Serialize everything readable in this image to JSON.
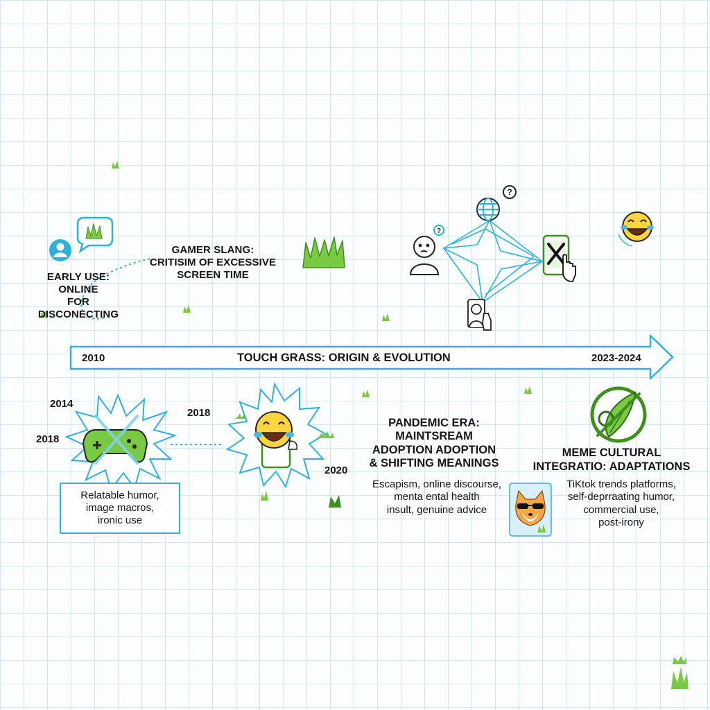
{
  "timeline": {
    "title": "TOUCH GRASS: ORIGIN & EVOLUTION",
    "start_year": "2010",
    "end_year": "2023-2024",
    "accent": "#2bb1dc",
    "grass_color": "#7ac943"
  },
  "early": {
    "label_line1": "EARLY USE: ONLINE",
    "label_line2": "FOR DISCONECTING"
  },
  "gamer": {
    "label_line1": "GAMER SLANG:",
    "label_line2": "CRITISIM OF EXCESSIVE",
    "label_line3": "SCREEN TIME"
  },
  "years": {
    "y2014": "2014",
    "y2018a": "2018",
    "y2018b": "2018",
    "y2020": "2020"
  },
  "memes": {
    "box_line1": "Relatable humor,",
    "box_line2": "image macros,",
    "box_line3": "ironic use"
  },
  "pandemic": {
    "title_line1": "PANDEMIC ERA:",
    "title_line2": "MAINTSREAM",
    "title_line3": "ADOPTION ADOPTION",
    "title_line4": "& SHIFTING MEANINGS",
    "body_line1": "Escapism, online discourse,",
    "body_line2": "menta ental health",
    "body_line3": "insult, genuine advice"
  },
  "culture": {
    "title_line1": "MEME CULTURAL",
    "title_line2": "INTEGRATIO: ADAPTATIONS",
    "body_line1": "TiKtok trends platforms,",
    "body_line2": "self-deprraating humor,",
    "body_line3": "commercial use,",
    "body_line4": "post-irony"
  },
  "icons": [
    "user-icon",
    "speech-bubble-grass-icon",
    "grass-tuft-icon",
    "confused-person-icon",
    "globe-question-icon",
    "phone-no-touch-icon",
    "person-phone-icon",
    "laughing-emoji-icon",
    "game-controller-icon",
    "phone-laughing-emoji-icon",
    "grass-circle-icon",
    "shiba-doge-icon"
  ]
}
